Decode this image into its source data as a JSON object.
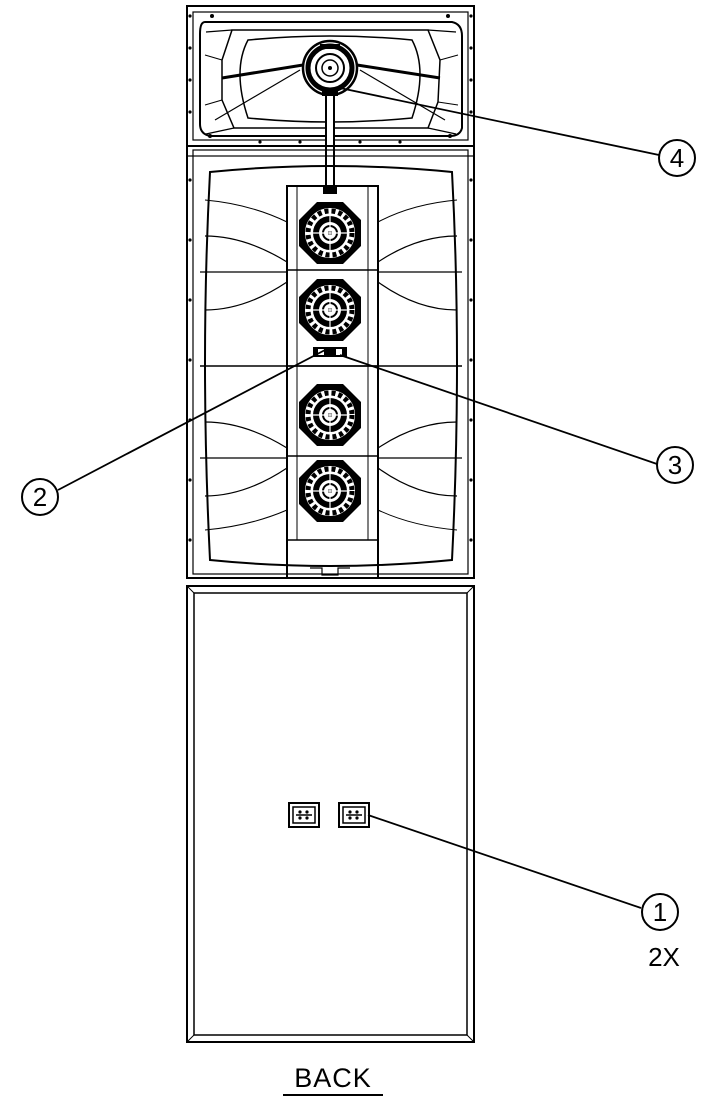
{
  "view_title": "BACK",
  "callouts": [
    {
      "number": "1",
      "note": "2X"
    },
    {
      "number": "2"
    },
    {
      "number": "3"
    },
    {
      "number": "4"
    }
  ],
  "colors": {
    "line": "#000000",
    "background": "#ffffff"
  }
}
